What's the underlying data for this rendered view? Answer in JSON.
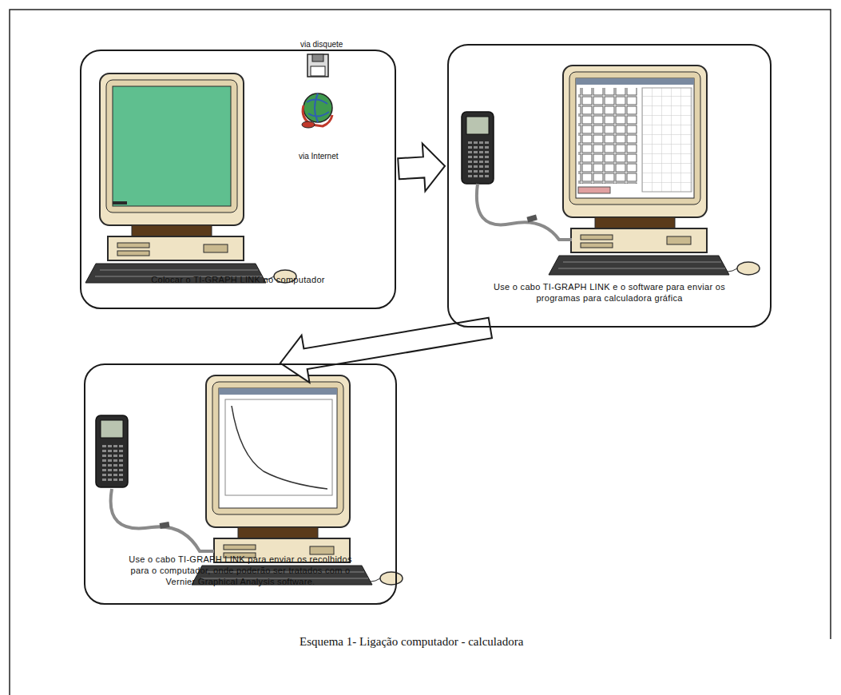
{
  "diagram": {
    "caption": "Esquema 1- Ligação computador - calculadora",
    "nodes": [
      {
        "text": [
          "Colocar o TI-GRAPH LINK no computador"
        ]
      },
      {
        "text": [
          "Use o cabo TI-GRAPH LINK e o software para enviar os programas para calculadora gráfica"
        ]
      },
      {
        "text": [
          "Use o cabo TI-GRAPH LINK para enviar os recolhidos para o computador, onde poderão ser tratados com o Vernier Graphical Analysis software."
        ]
      }
    ],
    "edges": [
      {
        "from": 0,
        "to": 1,
        "arrow": "to"
      },
      {
        "from": 1,
        "to": 2,
        "arrow": "to"
      }
    ],
    "labels": [
      "via disquete",
      "via Internet"
    ]
  }
}
